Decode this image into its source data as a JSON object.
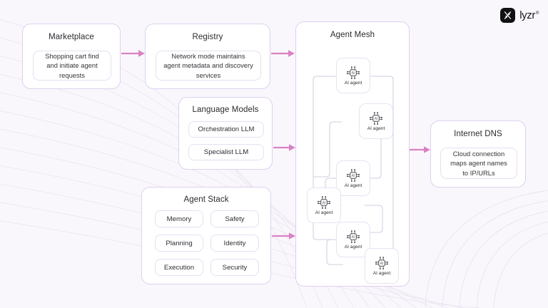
{
  "brand": {
    "mark_icon": "lyzr-x-icon",
    "wordmark": "lyzr",
    "trademark": "®"
  },
  "colors": {
    "background": "#faf7fc",
    "panel_border": "#ddd0f0",
    "inner_border": "#e6dff2",
    "arrow": "#d982c4",
    "link_line": "#cfc6de",
    "text": "#2b2b30",
    "logo_mark_bg": "#111114"
  },
  "panels": {
    "marketplace": {
      "title": "Marketplace",
      "description": "Shopping cart find and initiate agent requests"
    },
    "registry": {
      "title": "Registry",
      "description": "Network mode maintains agent metadata and discovery services"
    },
    "language_models": {
      "title": "Language Models",
      "items": [
        {
          "label": "Orchestration LLM"
        },
        {
          "label": "Specialist LLM"
        }
      ]
    },
    "agent_stack": {
      "title": "Agent Stack",
      "items": [
        {
          "label": "Memory"
        },
        {
          "label": "Safety"
        },
        {
          "label": "Planning"
        },
        {
          "label": "Identity"
        },
        {
          "label": "Execution"
        },
        {
          "label": "Security"
        }
      ]
    },
    "agent_mesh": {
      "title": "Agent Mesh",
      "node_icon": "ai-chip-icon",
      "chip_text": "AI",
      "nodes": [
        {
          "label": "AI agent"
        },
        {
          "label": "AI agent"
        },
        {
          "label": "AI agent"
        },
        {
          "label": "AI agent"
        },
        {
          "label": "AI agent"
        },
        {
          "label": "AI agent"
        }
      ]
    },
    "internet_dns": {
      "title": "Internet DNS",
      "description": "Cloud connection maps agent names to IP/URLs"
    }
  },
  "arrows": [
    {
      "name": "arrow-marketplace-to-registry"
    },
    {
      "name": "arrow-registry-to-mesh"
    },
    {
      "name": "arrow-language-models-to-mesh"
    },
    {
      "name": "arrow-agent-stack-to-mesh"
    },
    {
      "name": "arrow-mesh-to-internet-dns"
    }
  ]
}
